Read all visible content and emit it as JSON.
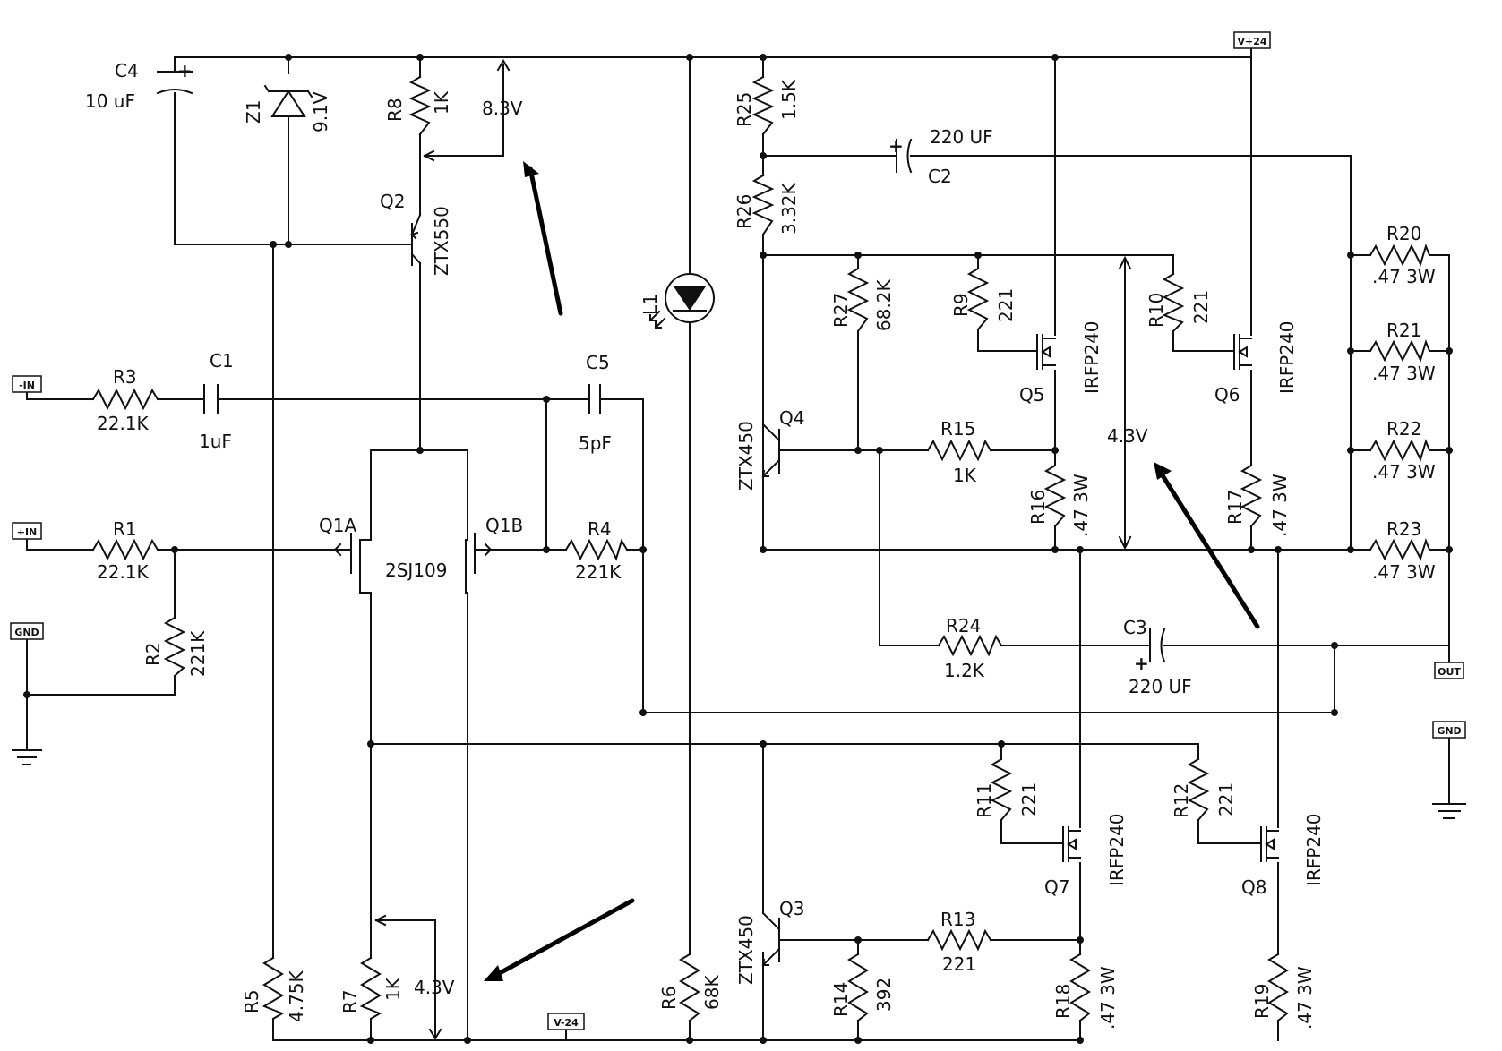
{
  "ports": {
    "v_pos": "V+24",
    "v_neg": "V-24",
    "in_neg": "-IN",
    "in_pos": "+IN",
    "gnd": "GND",
    "out": "OUT"
  },
  "components": {
    "C4": {
      "ref": "C4",
      "value": "10 uF",
      "plus": "+"
    },
    "Z1": {
      "ref": "Z1",
      "value": "9.1V"
    },
    "R8": {
      "ref": "R8",
      "value": "1K"
    },
    "Q2": {
      "ref": "Q2",
      "part": "ZTX550"
    },
    "R25": {
      "ref": "R25",
      "value": "1.5K"
    },
    "R26": {
      "ref": "R26",
      "value": "3.32K"
    },
    "C2": {
      "ref": "C2",
      "value": "220 UF",
      "plus": "+"
    },
    "L1": {
      "ref": "L1"
    },
    "R3": {
      "ref": "R3",
      "value": "22.1K"
    },
    "C1": {
      "ref": "C1",
      "value": "1uF"
    },
    "C5": {
      "ref": "C5",
      "value": "5pF"
    },
    "R1": {
      "ref": "R1",
      "value": "22.1K"
    },
    "R2": {
      "ref": "R2",
      "value": "221K"
    },
    "Q1A": {
      "ref": "Q1A"
    },
    "Q1B": {
      "ref": "Q1B"
    },
    "Q1": {
      "part": "2SJ109"
    },
    "R4": {
      "ref": "R4",
      "value": "221K"
    },
    "R27": {
      "ref": "R27",
      "value": "68.2K"
    },
    "Q4": {
      "ref": "Q4",
      "part": "ZTX450"
    },
    "R9": {
      "ref": "R9",
      "value": "221"
    },
    "R10": {
      "ref": "R10",
      "value": "221"
    },
    "Q5": {
      "ref": "Q5",
      "part": "IRFP240"
    },
    "Q6": {
      "ref": "Q6",
      "part": "IRFP240"
    },
    "R15": {
      "ref": "R15",
      "value": "1K"
    },
    "R16": {
      "ref": "R16",
      "value": ".47 3W"
    },
    "R17": {
      "ref": "R17",
      "value": ".47 3W"
    },
    "R20": {
      "ref": "R20",
      "value": ".47 3W"
    },
    "R21": {
      "ref": "R21",
      "value": ".47 3W"
    },
    "R22": {
      "ref": "R22",
      "value": ".47 3W"
    },
    "R23": {
      "ref": "R23",
      "value": ".47 3W"
    },
    "R24": {
      "ref": "R24",
      "value": "1.2K"
    },
    "C3": {
      "ref": "C3",
      "value": "220 UF",
      "plus": "+"
    },
    "R11": {
      "ref": "R11",
      "value": "221"
    },
    "R12": {
      "ref": "R12",
      "value": "221"
    },
    "Q7": {
      "ref": "Q7",
      "part": "IRFP240"
    },
    "Q8": {
      "ref": "Q8",
      "part": "IRFP240"
    },
    "Q3": {
      "ref": "Q3",
      "part": "ZTX450"
    },
    "R13": {
      "ref": "R13",
      "value": "221"
    },
    "R14": {
      "ref": "R14",
      "value": "392"
    },
    "R18": {
      "ref": "R18",
      "value": ".47 3W"
    },
    "R19": {
      "ref": "R19",
      "value": ".47 3W"
    },
    "R5": {
      "ref": "R5",
      "value": "4.75K"
    },
    "R7": {
      "ref": "R7",
      "value": "1K"
    },
    "R6": {
      "ref": "R6",
      "value": "68K"
    }
  },
  "annotations": {
    "v_r8": "8.3V",
    "v_output_stage": "4.3V",
    "v_r7": "4.3V"
  }
}
